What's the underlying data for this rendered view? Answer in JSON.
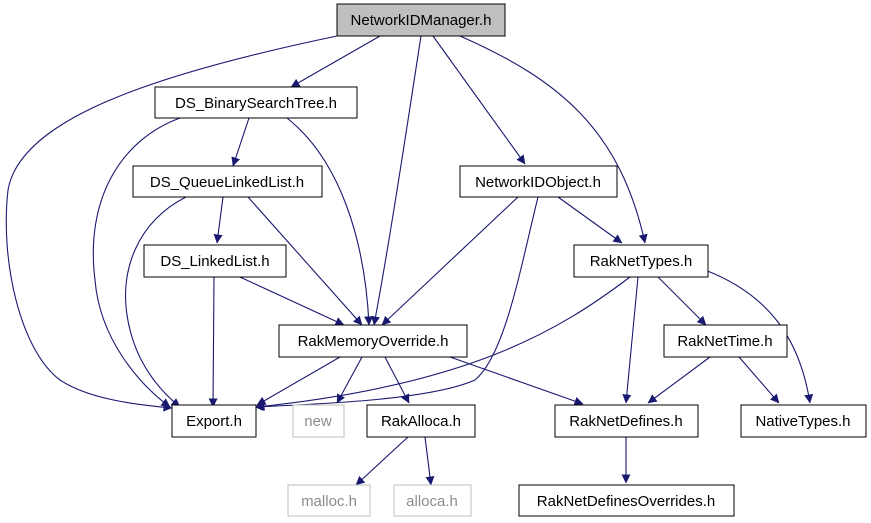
{
  "colors": {
    "edge": "#191970",
    "root_fill": "#bfbfbf",
    "node_fill": "#ffffff",
    "node_border": "#000000",
    "external_border": "#bfbfbf",
    "external_text": "#8c8c8c"
  },
  "nodes": [
    {
      "id": "networkidmanager",
      "label": "NetworkIDManager.h",
      "kind": "root"
    },
    {
      "id": "ds-binarysearchtree",
      "label": "DS_BinarySearchTree.h",
      "kind": "file"
    },
    {
      "id": "ds-queuelinkedlist",
      "label": "DS_QueueLinkedList.h",
      "kind": "file"
    },
    {
      "id": "ds-linkedlist",
      "label": "DS_LinkedList.h",
      "kind": "file"
    },
    {
      "id": "networkidobject",
      "label": "NetworkIDObject.h",
      "kind": "file"
    },
    {
      "id": "raknettypes",
      "label": "RakNetTypes.h",
      "kind": "file"
    },
    {
      "id": "rakmemoryoverride",
      "label": "RakMemoryOverride.h",
      "kind": "file"
    },
    {
      "id": "raknettime",
      "label": "RakNetTime.h",
      "kind": "file"
    },
    {
      "id": "export",
      "label": "Export.h",
      "kind": "file"
    },
    {
      "id": "new",
      "label": "new",
      "kind": "external"
    },
    {
      "id": "rakalloca",
      "label": "RakAlloca.h",
      "kind": "file"
    },
    {
      "id": "raknetdefines",
      "label": "RakNetDefines.h",
      "kind": "file"
    },
    {
      "id": "nativetypes",
      "label": "NativeTypes.h",
      "kind": "file"
    },
    {
      "id": "malloc",
      "label": "malloc.h",
      "kind": "external"
    },
    {
      "id": "alloca",
      "label": "alloca.h",
      "kind": "external"
    },
    {
      "id": "raknetdefinesoverrides",
      "label": "RakNetDefinesOverrides.h",
      "kind": "file"
    }
  ],
  "edges": [
    {
      "from": "networkidmanager",
      "to": "ds-binarysearchtree"
    },
    {
      "from": "networkidmanager",
      "to": "export"
    },
    {
      "from": "networkidmanager",
      "to": "rakmemoryoverride"
    },
    {
      "from": "networkidmanager",
      "to": "networkidobject"
    },
    {
      "from": "networkidmanager",
      "to": "raknettypes"
    },
    {
      "from": "ds-binarysearchtree",
      "to": "ds-queuelinkedlist"
    },
    {
      "from": "ds-binarysearchtree",
      "to": "export"
    },
    {
      "from": "ds-binarysearchtree",
      "to": "rakmemoryoverride"
    },
    {
      "from": "ds-queuelinkedlist",
      "to": "ds-linkedlist"
    },
    {
      "from": "ds-queuelinkedlist",
      "to": "export"
    },
    {
      "from": "ds-queuelinkedlist",
      "to": "rakmemoryoverride"
    },
    {
      "from": "ds-linkedlist",
      "to": "export"
    },
    {
      "from": "ds-linkedlist",
      "to": "rakmemoryoverride"
    },
    {
      "from": "networkidobject",
      "to": "rakmemoryoverride"
    },
    {
      "from": "networkidobject",
      "to": "export"
    },
    {
      "from": "networkidobject",
      "to": "raknettypes"
    },
    {
      "from": "raknettypes",
      "to": "export"
    },
    {
      "from": "raknettypes",
      "to": "raknetdefines"
    },
    {
      "from": "raknettypes",
      "to": "raknettime"
    },
    {
      "from": "raknettypes",
      "to": "nativetypes"
    },
    {
      "from": "rakmemoryoverride",
      "to": "export"
    },
    {
      "from": "rakmemoryoverride",
      "to": "new"
    },
    {
      "from": "rakmemoryoverride",
      "to": "rakalloca"
    },
    {
      "from": "rakmemoryoverride",
      "to": "raknetdefines"
    },
    {
      "from": "raknettime",
      "to": "raknetdefines"
    },
    {
      "from": "raknettime",
      "to": "nativetypes"
    },
    {
      "from": "rakalloca",
      "to": "malloc"
    },
    {
      "from": "rakalloca",
      "to": "alloca"
    },
    {
      "from": "raknetdefines",
      "to": "raknetdefinesoverrides"
    }
  ]
}
